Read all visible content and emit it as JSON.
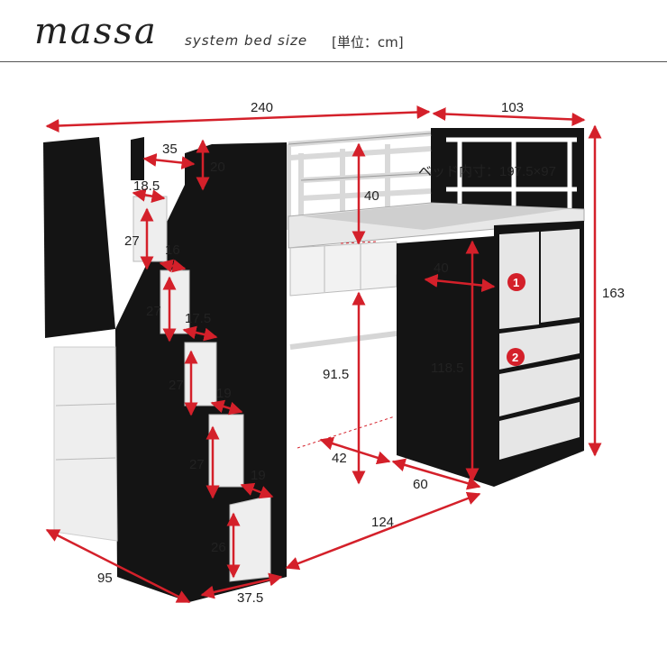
{
  "header": {
    "brand": "massa",
    "subtitle": "system bed   size",
    "unit": "[単位：cm]"
  },
  "colors": {
    "accent": "#d4202a",
    "panel_black": "#141414",
    "panel_white": "#eeeeee",
    "marker": "#d4202a"
  },
  "dimensions": {
    "total_width": "240",
    "depth_right": "103",
    "total_height": "163",
    "guard_gap": "35",
    "guard_top": "20",
    "step_1_depth": "18.5",
    "step_1_rise": "27",
    "step_2_depth": "16",
    "step_2_rise": "27",
    "step_3_depth": "17.5",
    "step_3_rise": "27",
    "step_4_depth": "19",
    "step_4_rise": "27",
    "step_5_depth": "19",
    "step_bottom_height": "26",
    "step_bottom_width": "37.5",
    "stairs_depth": "95",
    "guard_height": "40",
    "mattress": "ベッド内寸：197.5×97",
    "desk_depth": "40",
    "under_clearance": "91.5",
    "desk_height": "118.5",
    "desk_gap": "42",
    "desk_width": "60",
    "under_length": "124"
  },
  "markers": {
    "m1": "1",
    "m2": "2"
  }
}
